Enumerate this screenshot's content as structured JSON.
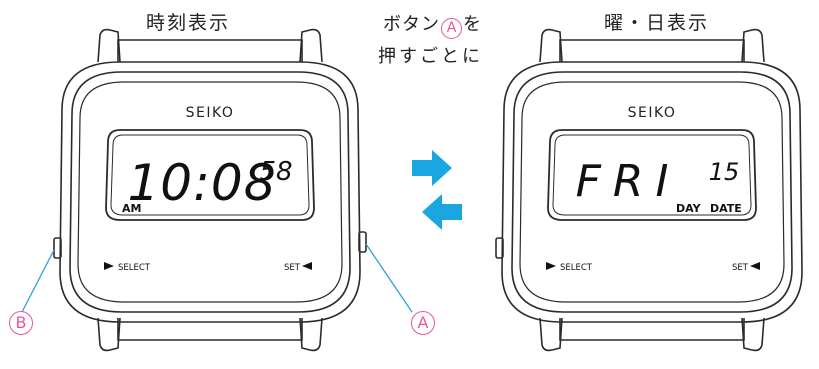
{
  "captions": {
    "left": "時刻表示",
    "right": "曜・日表示",
    "middle_line1_before": "ボタン",
    "middle_line1_after": "を",
    "middle_line2": "押すごとに"
  },
  "buttons": {
    "a_label": "A",
    "b_label": "B"
  },
  "watch_left": {
    "brand": "SEIKO",
    "display_main": "10:08",
    "display_seconds": "58",
    "display_ampm": "AM",
    "select_label": "SELECT",
    "set_label": "SET"
  },
  "watch_right": {
    "brand": "SEIKO",
    "display_day": "FRI",
    "display_date": "15",
    "day_label": "DAY",
    "date_label": "DATE",
    "select_label": "SELECT",
    "set_label": "SET"
  },
  "colors": {
    "arrow": "#1aa6e0",
    "accent": "#e8559a",
    "leader": "#2aa3d8",
    "line": "#2b2b2b"
  },
  "icons": {
    "arrow_right": "arrow-right-icon",
    "arrow_left": "arrow-left-icon",
    "select_marker": "triangle-right-icon",
    "set_marker": "triangle-left-icon"
  }
}
